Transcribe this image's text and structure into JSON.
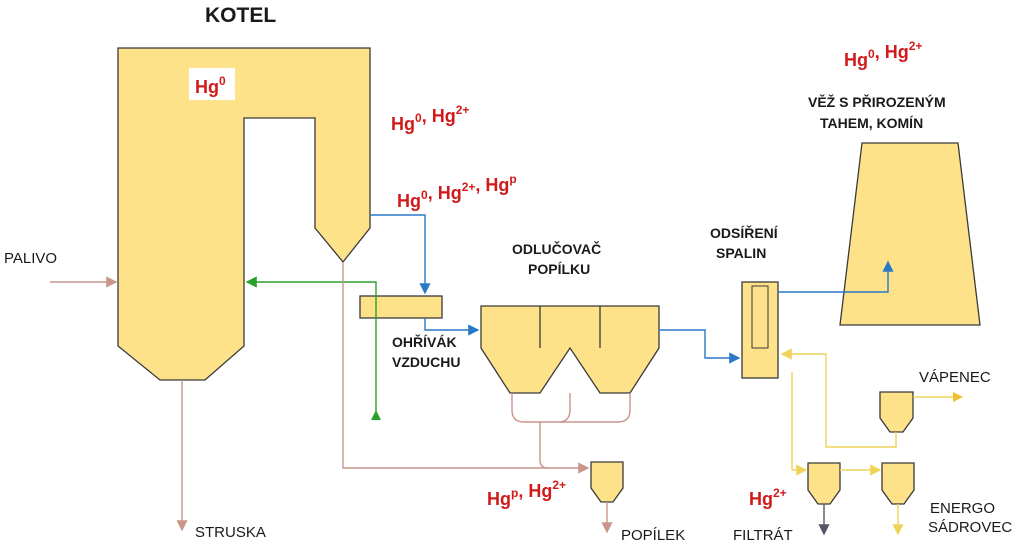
{
  "title": "KOTEL",
  "labels": {
    "fuel": "PALIVO",
    "slag": "STRUSKA",
    "air_heater_line1": "OHŘÍVÁK",
    "air_heater_line2": "VZDUCHU",
    "separator_line1": "ODLUČOVAČ",
    "separator_line2": "POPÍLKU",
    "desulf_line1": "ODSÍŘENÍ",
    "desulf_line2": "SPALIN",
    "tower_line1": "VĚŽ S PŘIROZENÝM",
    "tower_line2": "TAHEM, KOMÍN",
    "fly_ash": "POPÍLEK",
    "limestone": "VÁPENEC",
    "filtrate": "FILTRÁT",
    "gypsum_line1": "ENERGO",
    "gypsum_line2": "SÁDROVEC"
  },
  "mercury": {
    "boiler": {
      "base": "Hg",
      "sup": "0"
    },
    "after_boiler": [
      {
        "base": "Hg",
        "sup": "0"
      },
      {
        "sep": ", "
      },
      {
        "base": "Hg",
        "sup": "2+"
      }
    ],
    "after_economizer": [
      {
        "base": "Hg",
        "sup": "0"
      },
      {
        "sep": ", "
      },
      {
        "base": "Hg",
        "sup": "2+"
      },
      {
        "sep": ", "
      },
      {
        "base": "Hg",
        "sup": "p"
      }
    ],
    "chimney": [
      {
        "base": "Hg",
        "sup": "0"
      },
      {
        "sep": ", "
      },
      {
        "base": "Hg",
        "sup": "2+"
      }
    ],
    "fly_ash": [
      {
        "base": "Hg",
        "sup": "p"
      },
      {
        "sep": ", "
      },
      {
        "base": "Hg",
        "sup": "2+"
      }
    ],
    "filtrate": [
      {
        "base": "Hg",
        "sup": "2+"
      }
    ]
  },
  "colors": {
    "unit_fill": "#fde28a",
    "flue_gas": "#2a78c8",
    "air": "#2ca02c",
    "ash": "#c9968a",
    "limestone_slurry": "#f0d35a",
    "filtrate": "#555566",
    "mercury_text": "#d11a1a"
  }
}
